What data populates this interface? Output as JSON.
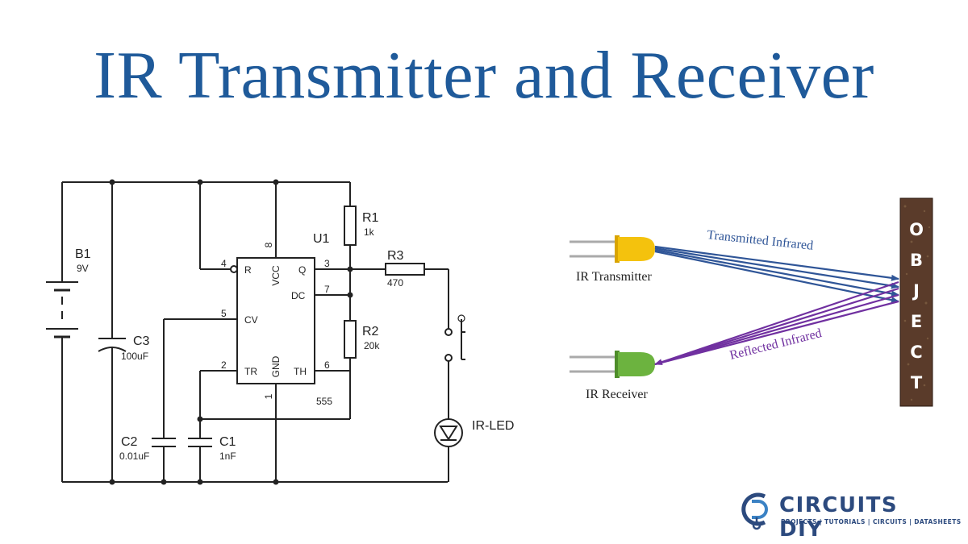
{
  "title": "IR Transmitter and Receiver",
  "schematic": {
    "b1": {
      "name": "B1",
      "value": "9V"
    },
    "c3": {
      "name": "C3",
      "value": "100uF"
    },
    "c2": {
      "name": "C2",
      "value": "0.01uF"
    },
    "c1": {
      "name": "C1",
      "value": "1nF"
    },
    "r1": {
      "name": "R1",
      "value": "1k"
    },
    "r2": {
      "name": "R2",
      "value": "20k"
    },
    "r3": {
      "name": "R3",
      "value": "470"
    },
    "u1": {
      "name": "U1",
      "part": "555"
    },
    "led": {
      "name": "IR-LED"
    },
    "pins": {
      "r": "R",
      "vcc": "VCC",
      "q": "Q",
      "dc": "DC",
      "cv": "CV",
      "tr": "TR",
      "gnd": "GND",
      "th": "TH",
      "n4": "4",
      "n8": "8",
      "n3": "3",
      "n7": "7",
      "n5": "5",
      "n2": "2",
      "n6": "6",
      "n1": "1"
    }
  },
  "ir": {
    "transmitter_label": "IR Transmitter",
    "receiver_label": "IR Receiver",
    "transmitted_label": "Transmitted Infrared",
    "reflected_label": "Reflected Infrared",
    "object_letters": [
      "O",
      "B",
      "J",
      "E",
      "C",
      "T"
    ],
    "colors": {
      "transmitter": "#f4c20d",
      "receiver": "#6cb33f",
      "transmitted": "#2f5597",
      "reflected": "#7030a0",
      "object": "#5a3b2a"
    }
  },
  "logo": {
    "name": "CIRCUITS DIY",
    "tagline": "PROJECTS | TUTORIALS | CIRCUITS | DATASHEETS"
  }
}
